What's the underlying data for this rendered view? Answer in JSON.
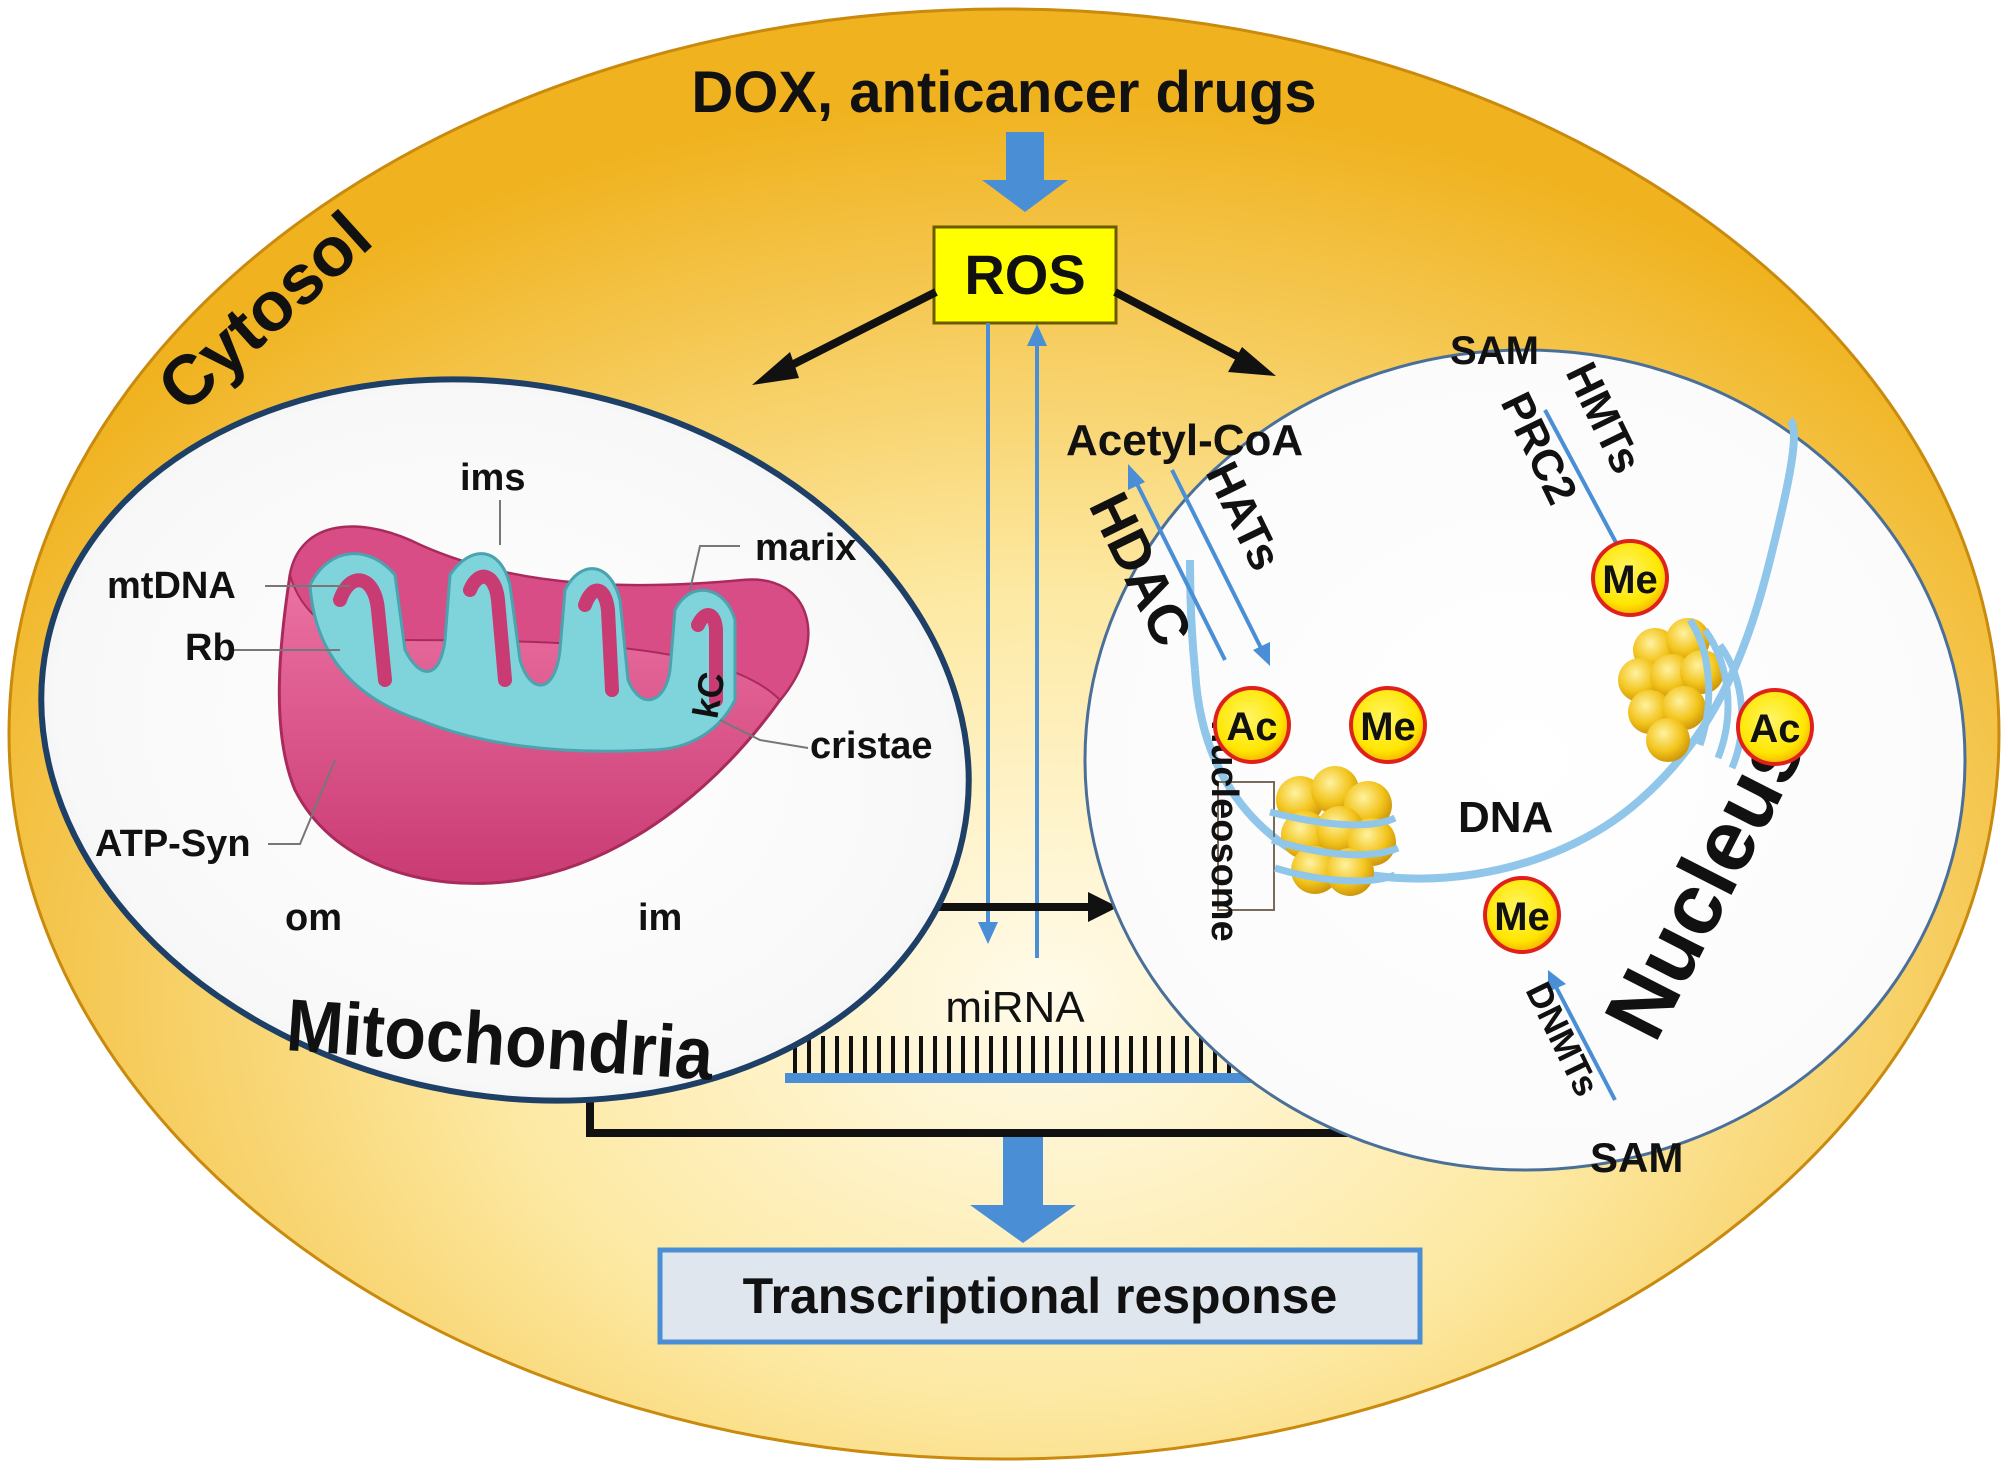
{
  "diagram": {
    "source_label": "DOX, anticancer drugs",
    "ros_label": "ROS",
    "cytosol_label": "Cytosol",
    "mitochondria": {
      "title": "Mitochondria",
      "parts": {
        "ims": "ims",
        "marix": "marix",
        "mtdna": "mtDNA",
        "rb": "Rb",
        "kc": "kC",
        "cristae": "cristae",
        "atp_syn": "ATP-Syn",
        "om": "om",
        "im": "im"
      }
    },
    "mirna_label": "miRNA",
    "nucleus": {
      "title": "Nucleus",
      "acetyl_coa": "Acetyl-CoA",
      "hats": "HATs",
      "hdac": "HDAC",
      "sam_top": "SAM",
      "hmts": "HMTs",
      "prc2": "PRC2",
      "nucleosome": "nucleosome",
      "dna": "DNA",
      "dnmts": "DNMTs",
      "sam_bottom": "SAM",
      "marks": {
        "ac1": "Ac",
        "me1": "Me",
        "me2": "Me",
        "ac2": "Ac",
        "me3": "Me"
      }
    },
    "output_label": "Transcriptional response",
    "colors": {
      "cytosol_edge": "#f0b21e",
      "cytosol_center": "#fffbe9",
      "ros_box": "#ffff00",
      "mark_fill": "#ffe600",
      "mark_border": "#e0201b",
      "blue_arrow": "#4a8fd6",
      "mito_pink": "#e0508a",
      "mito_teal": "#7fd3da",
      "histone": "#f2c31a"
    }
  }
}
